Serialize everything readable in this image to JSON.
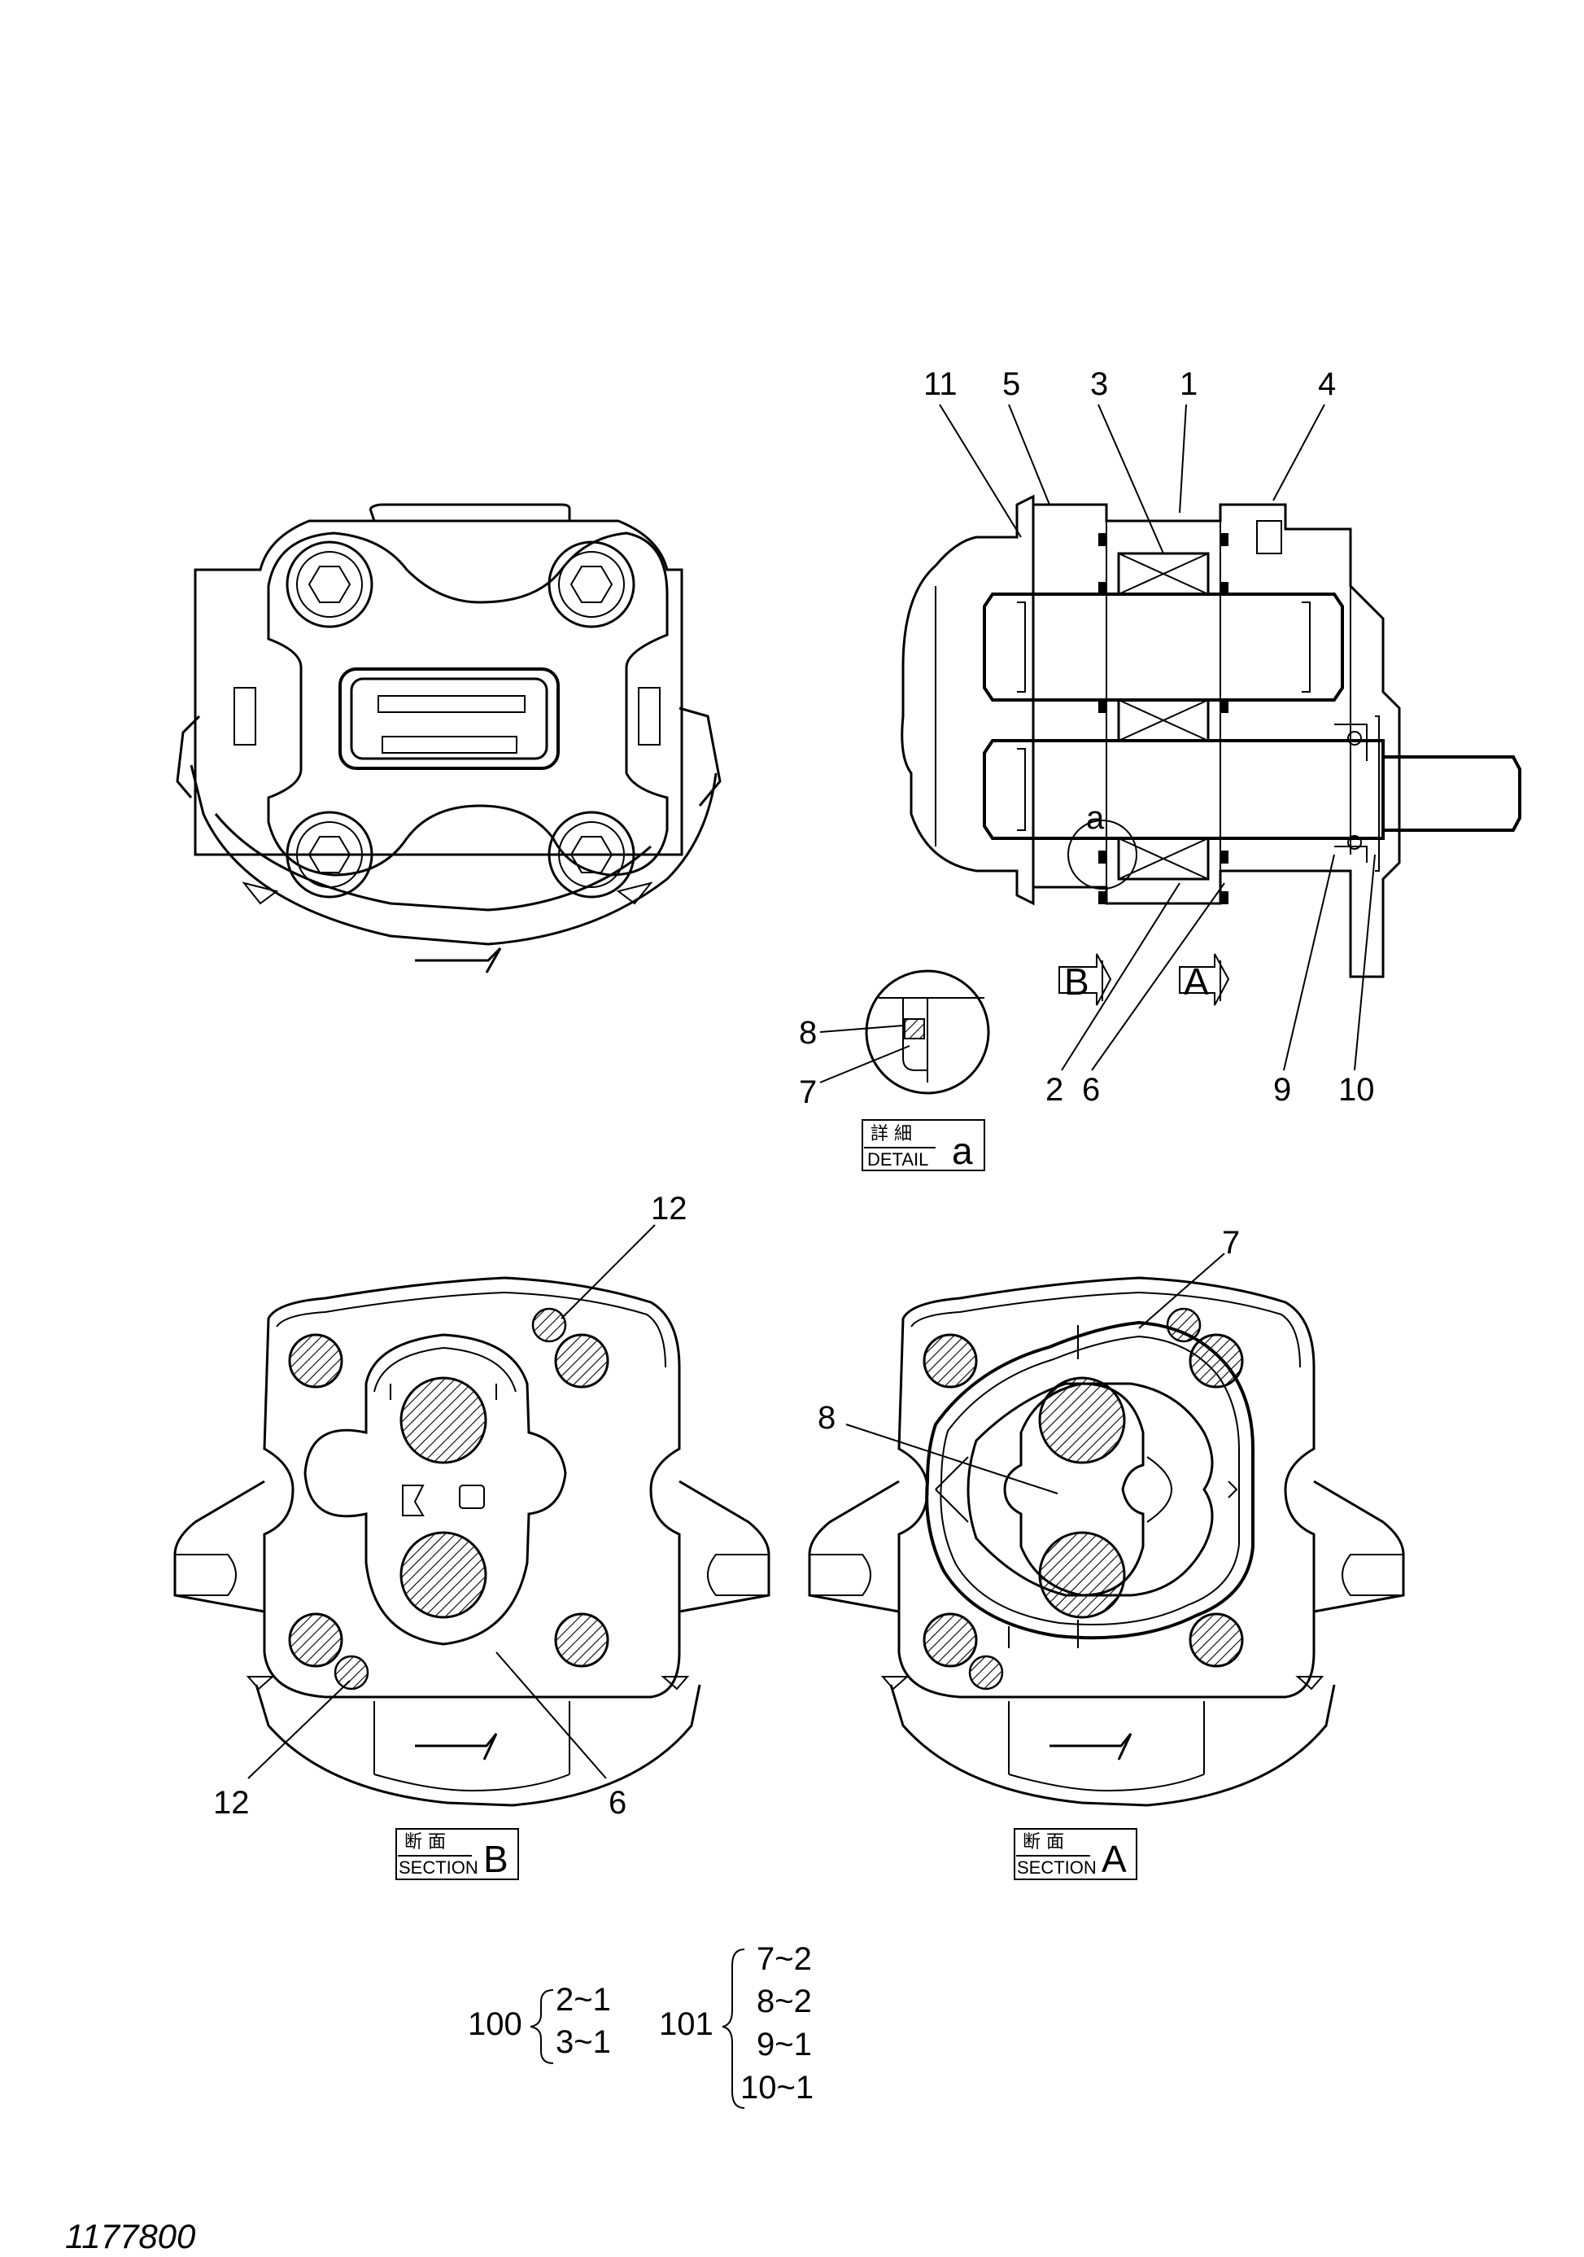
{
  "drawing_number": "1177800",
  "callouts": {
    "c11": "11",
    "c5": "5",
    "c3": "3",
    "c1": "1",
    "c4": "4",
    "c2": "2",
    "c6": "6",
    "c9": "9",
    "c10": "10",
    "c8_detail": "8",
    "c7_detail": "7",
    "c12_top": "12",
    "c12_bottom": "12",
    "c6_sectionB": "6",
    "c7_sectionA": "7",
    "c8_sectionA": "8",
    "detail_mark": "a",
    "arrow_B": "B",
    "arrow_A": "A"
  },
  "labels": {
    "detail": {
      "jp": "詳 細",
      "en": "DETAIL",
      "letter": "a"
    },
    "section_b": {
      "jp": "断 面",
      "en": "SECTION",
      "letter": "B"
    },
    "section_a": {
      "jp": "断 面",
      "en": "SECTION",
      "letter": "A"
    }
  },
  "kits": [
    {
      "id": "100",
      "items": [
        "2~1",
        "3~1"
      ]
    },
    {
      "id": "101",
      "items": [
        "7~2",
        "8~2",
        "9~1",
        "10~1"
      ]
    }
  ]
}
